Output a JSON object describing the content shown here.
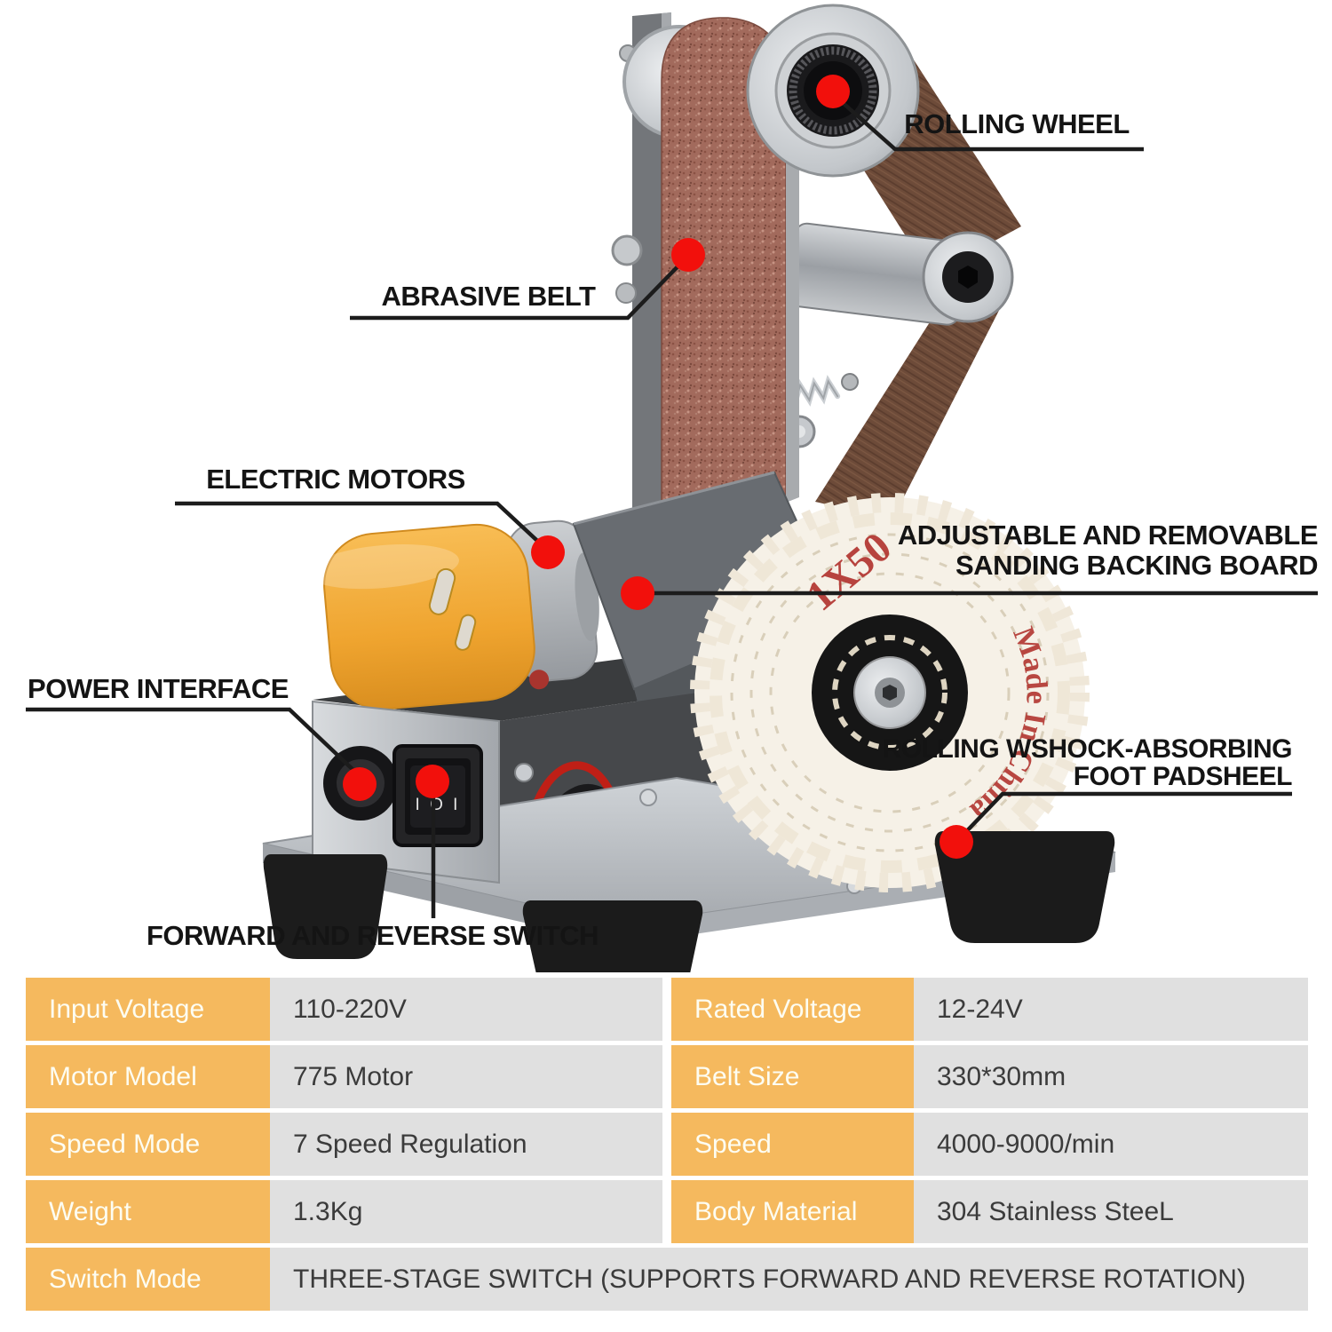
{
  "callouts": {
    "rolling_wheel": "ROLLING WHEEL",
    "abrasive_belt": "ABRASIVE BELT",
    "electric_motors": "ELECTRIC MOTORS",
    "sanding_board_line1": "ADJUSTABLE AND REMOVABLE",
    "sanding_board_line2": "SANDING BACKING BOARD",
    "power_interface": "POWER INTERFACE",
    "foot_pad_line1": "ROLLING WSHOCK-ABSORBING",
    "foot_pad_line2": "FOOT PADSHEEL",
    "switch": "FORWARD AND REVERSE SWITCH"
  },
  "machine": {
    "wheel_marking": "1X50",
    "wheel_text": "Made In China",
    "switch_marks": "I O I"
  },
  "colors": {
    "accent_orange": "#f5b95e",
    "cell_gray": "#e0e0e0",
    "dot_red": "#f2100c",
    "callout_text": "#141414"
  },
  "spec_table": {
    "rows": [
      {
        "label1": "Input Voltage",
        "value1": "110-220V",
        "label2": "Rated Voltage",
        "value2": "12-24V"
      },
      {
        "label1": "Motor Model",
        "value1": "775 Motor",
        "label2": "Belt Size",
        "value2": "330*30mm"
      },
      {
        "label1": "Speed Mode",
        "value1": "7 Speed Regulation",
        "label2": "Speed",
        "value2": "4000-9000/min"
      },
      {
        "label1": "Weight",
        "value1": "1.3Kg",
        "label2": "Body Material",
        "value2": "304 Stainless SteeL"
      },
      {
        "label1": "Switch Mode",
        "value_full": "THREE-STAGE SWITCH (SUPPORTS FORWARD AND REVERSE ROTATION)"
      }
    ]
  }
}
